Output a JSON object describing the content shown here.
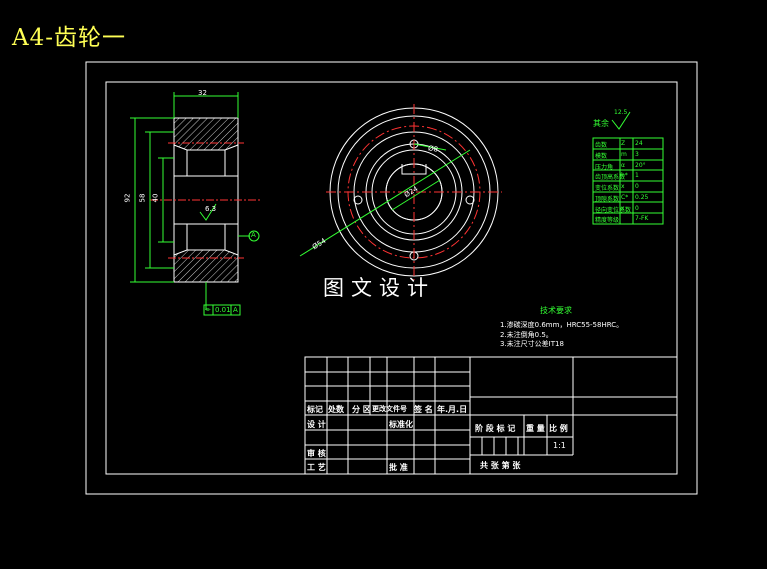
{
  "drawing_title": "A4-齿轮一",
  "watermark": "图文设计",
  "section_view": {
    "dim_width": "32",
    "dim_outer": "92",
    "dim_mid": "58",
    "dim_bore": "40",
    "roughness": "6.3",
    "datum": "A",
    "tolerance_symbol": "⌯",
    "tolerance_value": "0.01",
    "tolerance_datum": "A"
  },
  "front_view": {
    "dim_phi1": "Ø54",
    "dim_phi2": "Ø8",
    "dim_bore": "Ø24"
  },
  "param_table": {
    "rest_label": "其余",
    "rest_roughness": "12.5",
    "rows": [
      {
        "name": "齿数",
        "sym": "Z",
        "val": "24"
      },
      {
        "name": "模数",
        "sym": "m",
        "val": "3"
      },
      {
        "name": "压力角",
        "sym": "α",
        "val": "20°"
      },
      {
        "name": "齿顶高系数",
        "sym": "h*",
        "val": "1"
      },
      {
        "name": "变位系数",
        "sym": "x",
        "val": "0"
      },
      {
        "name": "顶隙系数",
        "sym": "C*",
        "val": "0.25"
      },
      {
        "name": "径向变位系数",
        "sym": "x",
        "val": "0"
      },
      {
        "name": "精度等级",
        "sym": "",
        "val": "7-FK"
      }
    ]
  },
  "tech_req": {
    "title": "技术要求",
    "items": [
      "1.渗碳深度0.6mm，HRC55-58HRC。",
      "2.未注倒角0.5。",
      "3.未注尺寸公差IT18"
    ]
  },
  "title_block": {
    "h_mark": "标记",
    "h_count": "处数",
    "h_zone": "分 区",
    "h_doc": "更改文件号",
    "h_sign": "签 名",
    "h_date": "年.月.日",
    "designer": "设 计",
    "standardize": "标准化",
    "review": "审 核",
    "process": "工 艺",
    "approve": "批 准",
    "stage_mark": "阶 段 标 记",
    "weight": "重 量",
    "scale": "比 例",
    "scale_value": "1:1",
    "sheets": "共    张   第    张"
  }
}
